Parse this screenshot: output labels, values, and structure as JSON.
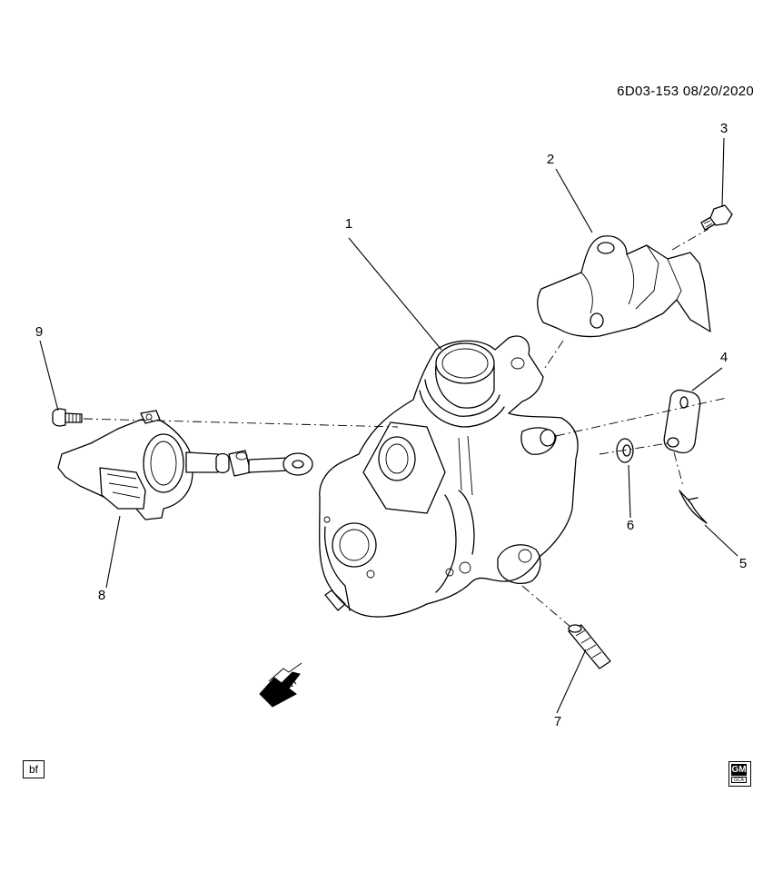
{
  "document_id": "6D03-153  08/20/2020",
  "callouts": {
    "c1": "1",
    "c2": "2",
    "c3": "3",
    "c4": "4",
    "c5": "5",
    "c6": "6",
    "c7": "7",
    "c8": "8",
    "c9": "9"
  },
  "front_arrow_label": "FRT",
  "corner_tag": "bf",
  "logo": {
    "brand": "GM",
    "sub": "GCA"
  }
}
